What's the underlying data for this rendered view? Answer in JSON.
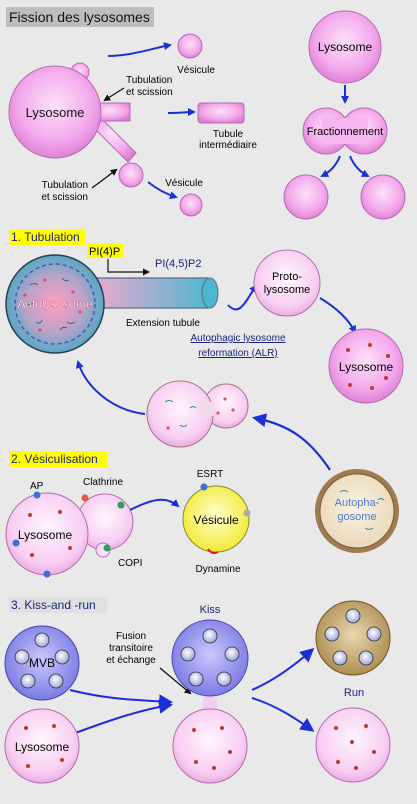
{
  "title": "Fission des lysosomes",
  "top": {
    "lysosome": "Lysosome",
    "vesicule_top": "Vésicule",
    "tubulation_top": [
      "Tubulation",
      "et scission"
    ],
    "tubule": [
      "Tubule",
      "intermédiaire"
    ],
    "tubulation_bottom": [
      "Tubulation",
      "et scission"
    ],
    "vesicule_bottom": "Vésicule",
    "lysosome_right": "Lysosome",
    "fractionnement": "Fractionnement"
  },
  "s1": {
    "heading": "1. Tubulation",
    "pi4p": "PI(4)P",
    "pi45p2": "PI(4,5)P2",
    "autolysosome": "Autolysosome",
    "extension": "Extension tubule",
    "proto": [
      "Proto-",
      "lysosome"
    ],
    "alr": [
      "Autophagic lysosome",
      "reformation (ALR)"
    ],
    "lysosome": "Lysosome",
    "autophagosome": [
      "Autopha-",
      "gosome"
    ]
  },
  "s2": {
    "heading": "2. Vésiculisation",
    "ap": "AP",
    "clathrine": "Clathrine",
    "lysosome": "Lysosome",
    "copi": "COPI",
    "esrt": "ESRT",
    "vesicule": "Vésicule",
    "dynamine": "Dynamine"
  },
  "s3": {
    "heading": "3. Kiss-and -run",
    "mvb": "MVB",
    "fusion": [
      "Fusion",
      "transitoire",
      "et échange"
    ],
    "kiss": "Kiss",
    "run": "Run",
    "lysosome": "Lysosome"
  },
  "colors": {
    "background": "#e9e9e9",
    "lysosome_pink": "#f4a8ec",
    "arrow_blue": "#1a2fd6",
    "header_yellow": "#ffff00",
    "text_blue": "#1a237e"
  }
}
